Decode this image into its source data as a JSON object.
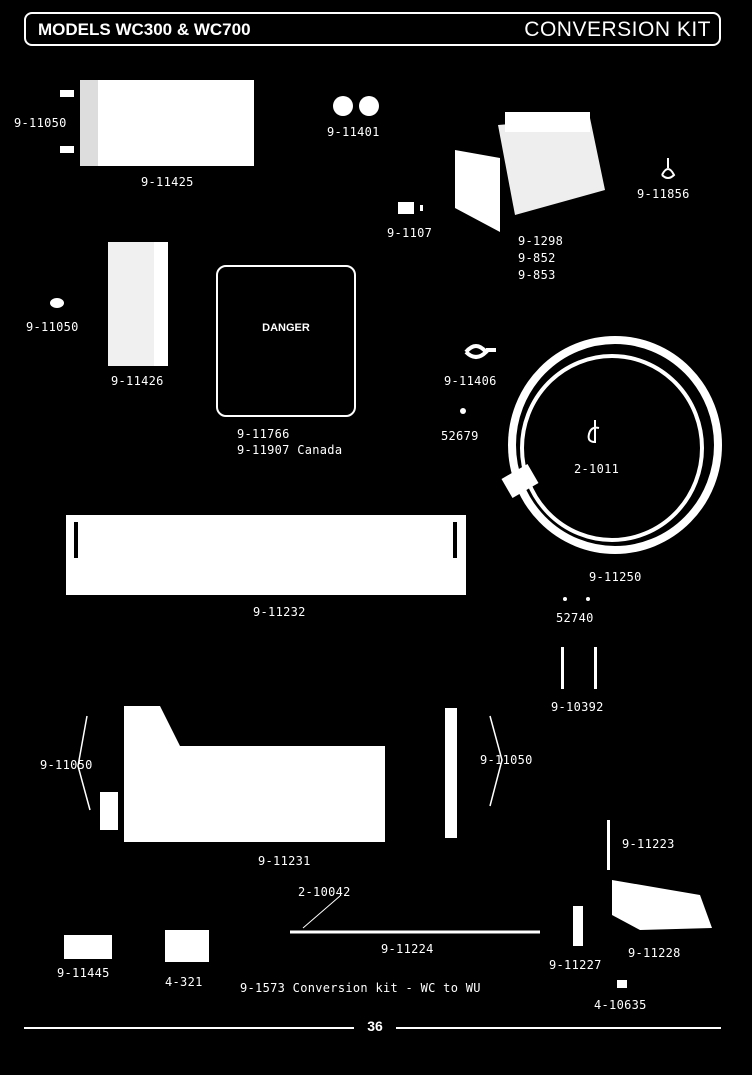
{
  "header": {
    "models": "MODELS WC300 & WC700",
    "section": "CONVERSION KIT"
  },
  "danger_label": {
    "word": "DANGER"
  },
  "parts": {
    "p_11050_a": "9-11050",
    "p_11425": "9-11425",
    "p_11401": "9-11401",
    "p_1107": "9-1107",
    "p_1298": "9-1298",
    "p_852": "9-852",
    "p_853": "9-853",
    "p_11856": "9-11856",
    "p_11050_b": "9-11050",
    "p_11426": "9-11426",
    "p_11766": "9-11766",
    "p_11907": "9-11907 Canada",
    "p_11406": "9-11406",
    "p_52679": "52679",
    "p_1011": "2-1011",
    "p_11250": "9-11250",
    "p_11232": "9-11232",
    "p_52740": "52740",
    "p_10392": "9-10392",
    "p_11050_c": "9-11050",
    "p_11050_d": "9-11050",
    "p_11231": "9-11231",
    "p_11223": "9-11223",
    "p_10042": "2-10042",
    "p_11224": "9-11224",
    "p_11228": "9-11228",
    "p_11227": "9-11227",
    "p_11445": "9-11445",
    "p_321": "4-321",
    "p_10635": "4-10635"
  },
  "kit_note": "9-1573 Conversion kit - WC to WU",
  "page_number": "36"
}
